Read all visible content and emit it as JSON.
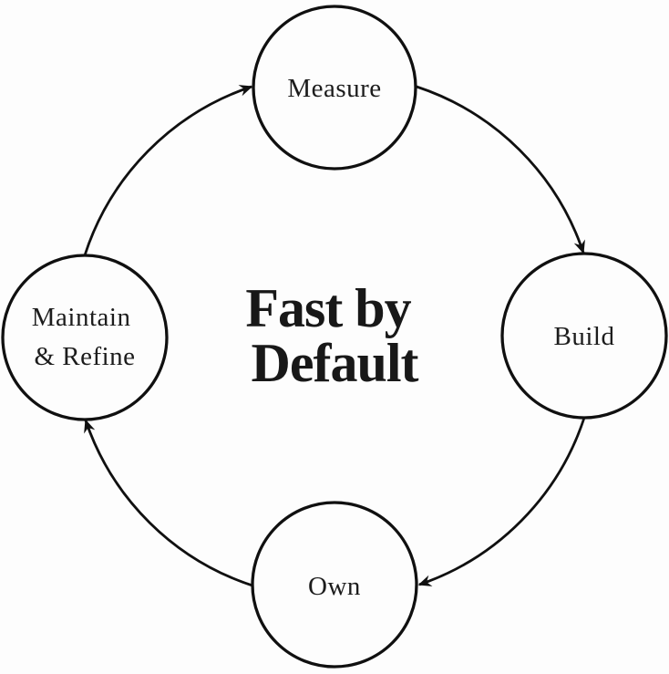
{
  "diagram": {
    "title": {
      "line1": "Fast by",
      "line2": "Default"
    },
    "nodes": {
      "measure": {
        "label": "Measure"
      },
      "build": {
        "label": "Build"
      },
      "own": {
        "label": "Own"
      },
      "maintain": {
        "label_line1": "Maintain",
        "label_line2": "& Refine"
      }
    },
    "arrows": [
      {
        "name": "maintain-to-measure"
      },
      {
        "name": "measure-to-build"
      },
      {
        "name": "build-to-own"
      },
      {
        "name": "own-to-maintain"
      }
    ],
    "colors": {
      "stroke": "#101010",
      "label_text": "#1c1c1c",
      "title_text": "#181818",
      "background": "#fdfdfd"
    }
  }
}
